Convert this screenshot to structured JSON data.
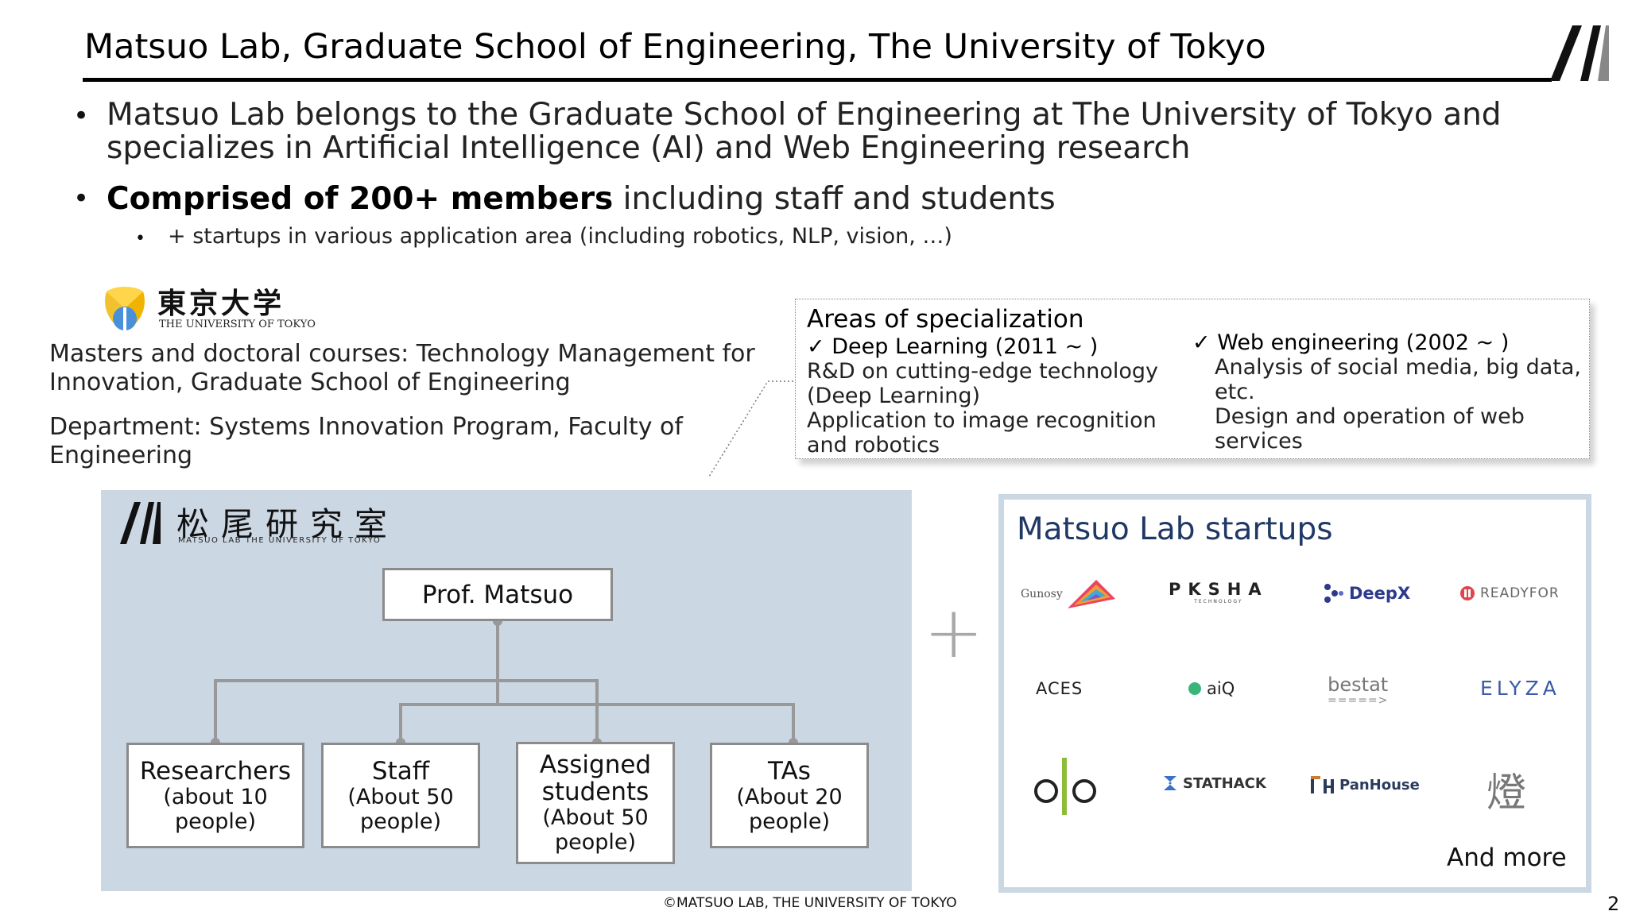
{
  "title": "Matsuo Lab, Graduate School of Engineering, The University of Tokyo",
  "bullets": {
    "b1": "Matsuo Lab belongs to the Graduate School of Engineering at The University of Tokyo and specializes in Artificial Intelligence (AI) and Web Engineering research",
    "b2_bold": "Comprised of 200+ members",
    "b2_rest": " including staff and students",
    "b3": "+ startups in various application area (including robotics, NLP, vision, …)"
  },
  "utokyo": {
    "logo_jp": "東京大学",
    "logo_en": "THE UNIVERSITY OF TOKYO",
    "courses": "Masters and doctoral courses: Technology Management for Innovation, Graduate School of Engineering",
    "department": "Department: Systems Innovation Program, Faculty of Engineering"
  },
  "specialization": {
    "title": "Areas of specialization",
    "left_head": "✓ Deep Learning (2011 ~ )",
    "left_desc1": "R&D on cutting-edge technology (Deep Learning)",
    "left_desc2": "Application to image recognition and robotics",
    "right_head": "✓ Web engineering (2002 ~ )",
    "right_desc1": "Analysis of social media, big data, etc.",
    "right_desc2": "Design and operation of web services"
  },
  "org": {
    "lab_name_jp": "松尾研究室",
    "lab_name_en": "MATSUO LAB THE UNIVERSITY OF TOKYO",
    "prof": "Prof. Matsuo",
    "researchers": {
      "name": "Researchers",
      "count": "(about 10 people)"
    },
    "staff": {
      "name": "Staff",
      "count": "(About 50 people)"
    },
    "students": {
      "name": "Assigned students",
      "count": "(About 50 people)"
    },
    "tas": {
      "name": "TAs",
      "count": "(About 20 people)"
    }
  },
  "plus": "+",
  "startups": {
    "title": "Matsuo Lab startups",
    "gunosy": "Gunosy",
    "pksha": "PKSHA",
    "pksha_sub": "TECHNOLOGY",
    "deepx": "DeepX",
    "readyfor": "READYFOR",
    "aces": "ACES",
    "aiq": "aiQ",
    "bestat": "bestat",
    "bestat_arrow": "=====>",
    "elyza": "ELYZA",
    "stathack": "STATHACK",
    "panhouse": "PanHouse",
    "lantern": "燈",
    "and_more": "And more"
  },
  "colors": {
    "panel_bg": "#ccd7e4",
    "startup_title": "#1f3864",
    "box_border": "#8b8b8b"
  },
  "footer": "©MATSUO LAB, THE UNIVERSITY OF TOKYO",
  "page_number": "2"
}
